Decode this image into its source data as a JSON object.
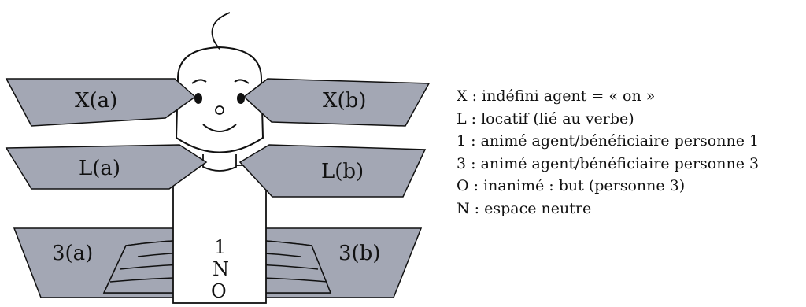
{
  "zones": {
    "x_a": "X(a)",
    "x_b": "X(b)",
    "l_a": "L(a)",
    "l_b": "L(b)",
    "three_a": "3(a)",
    "three_b": "3(b)",
    "one": "1",
    "n": "N",
    "o": "O"
  },
  "legend": [
    "X : indéfini agent = « on »",
    "L : locatif (lié au verbe)",
    "1 : animé agent/bénéficiaire personne 1",
    "3 : animé agent/bénéficiaire personne 3",
    "O : inanimé : but (personne 3)",
    "N : espace neutre"
  ],
  "colors": {
    "zone_fill": "#a3a7b4",
    "outline": "#111111"
  }
}
